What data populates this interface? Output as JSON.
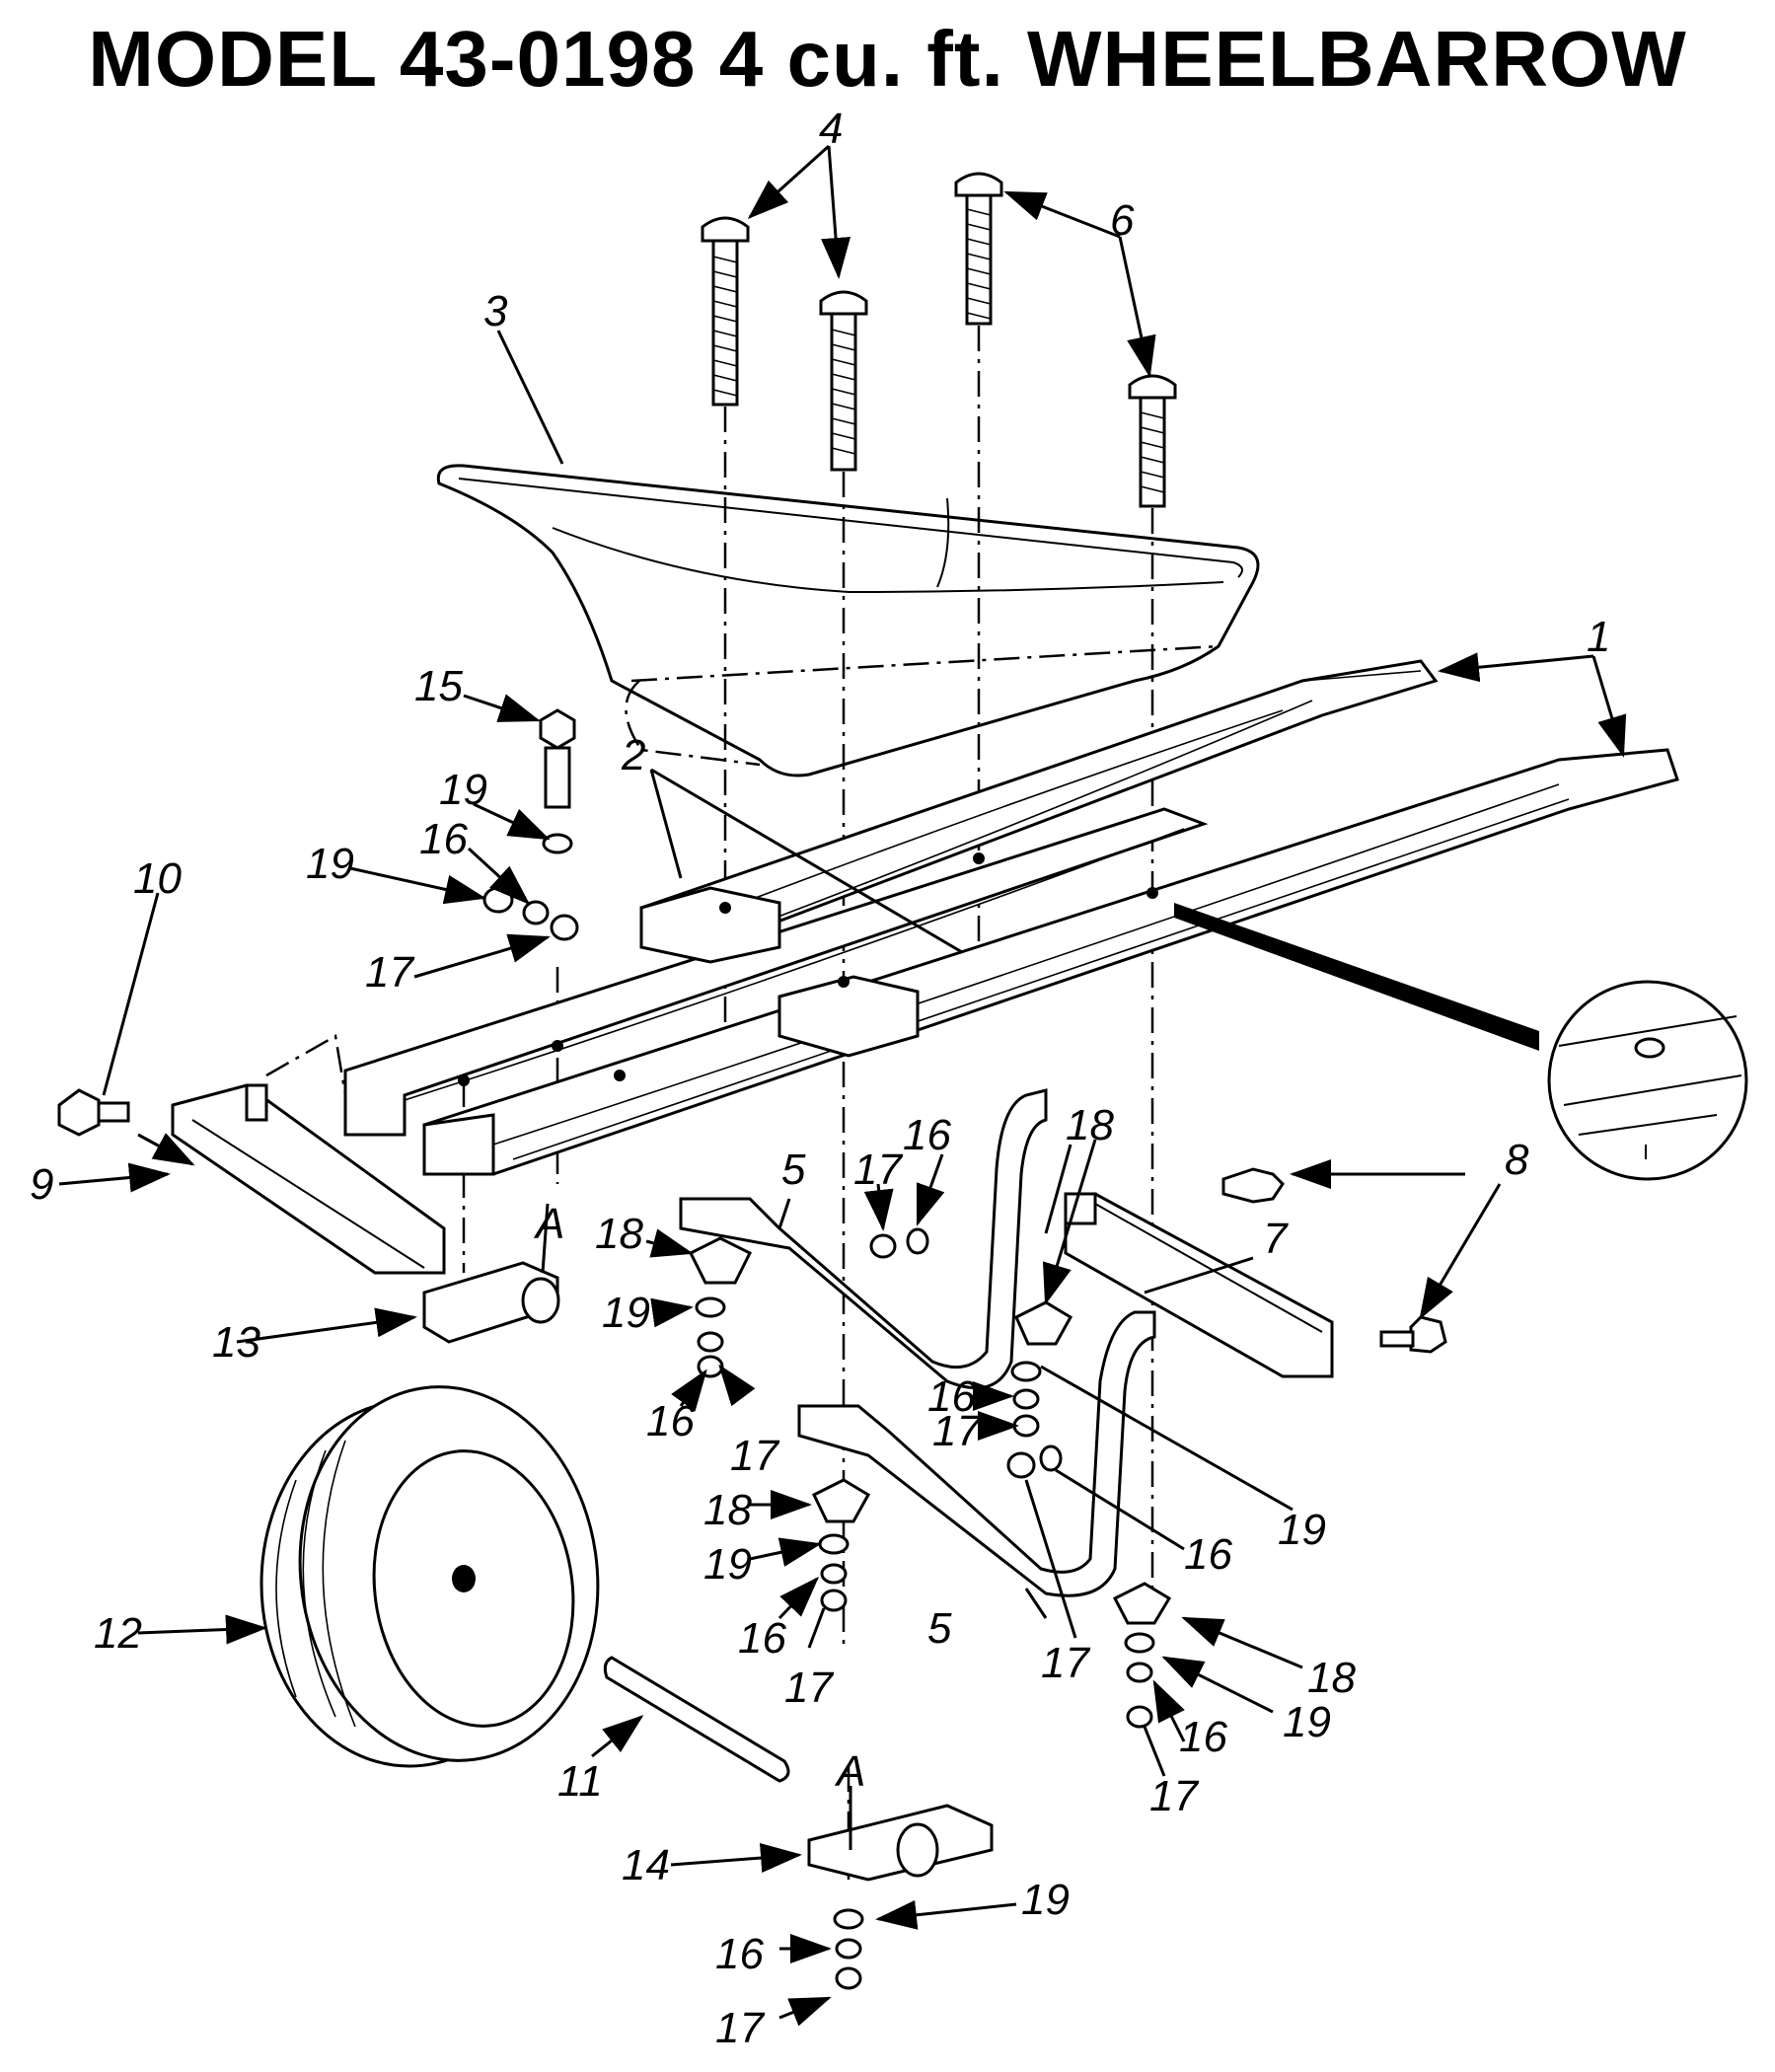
{
  "title": "MODEL 43-0198 4 cu. ft. WHEELBARROW",
  "labels": {
    "l1": "1",
    "l2": "2",
    "l3": "3",
    "l4": "4",
    "l5a": "5",
    "l5b": "5",
    "l6": "6",
    "l7": "7",
    "l8": "8",
    "l9": "9",
    "l10": "10",
    "l11": "11",
    "l12": "12",
    "l13": "13",
    "l14": "14",
    "l15": "15",
    "l16a": "16",
    "l16b": "16",
    "l16c": "16",
    "l16d": "16",
    "l16e": "16",
    "l16f": "16",
    "l16g": "16",
    "l16h": "16",
    "l17a": "17",
    "l17b": "17",
    "l17c": "17",
    "l17d": "17",
    "l17e": "17",
    "l17f": "17",
    "l17g": "17",
    "l17h": "17",
    "l18a": "18",
    "l18b": "18",
    "l18c": "18",
    "l18d": "18",
    "l19a": "19",
    "l19b": "19",
    "l19c": "19",
    "l19d": "19",
    "l19e": "19",
    "l19f": "19",
    "l19g": "19",
    "lAa": "A",
    "lAb": "A"
  }
}
